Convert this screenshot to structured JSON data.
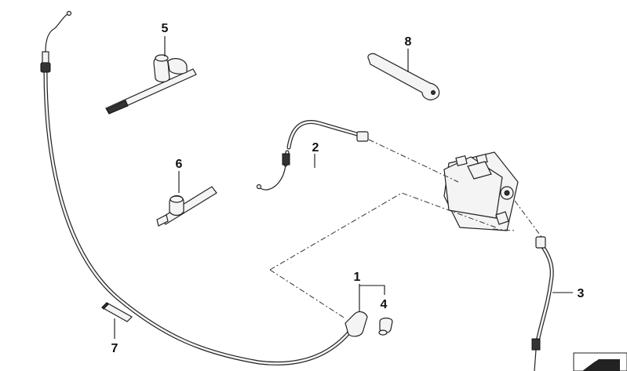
{
  "callouts": {
    "c1": "1",
    "c2": "2",
    "c3": "3",
    "c4": "4",
    "c5": "5",
    "c6": "6",
    "c7": "7",
    "c8": "8"
  },
  "colors": {
    "line": "#222222",
    "fill": "#f4f4f4",
    "background": "#ffffff"
  },
  "icons": {
    "corner": "arrow-badge-icon"
  }
}
